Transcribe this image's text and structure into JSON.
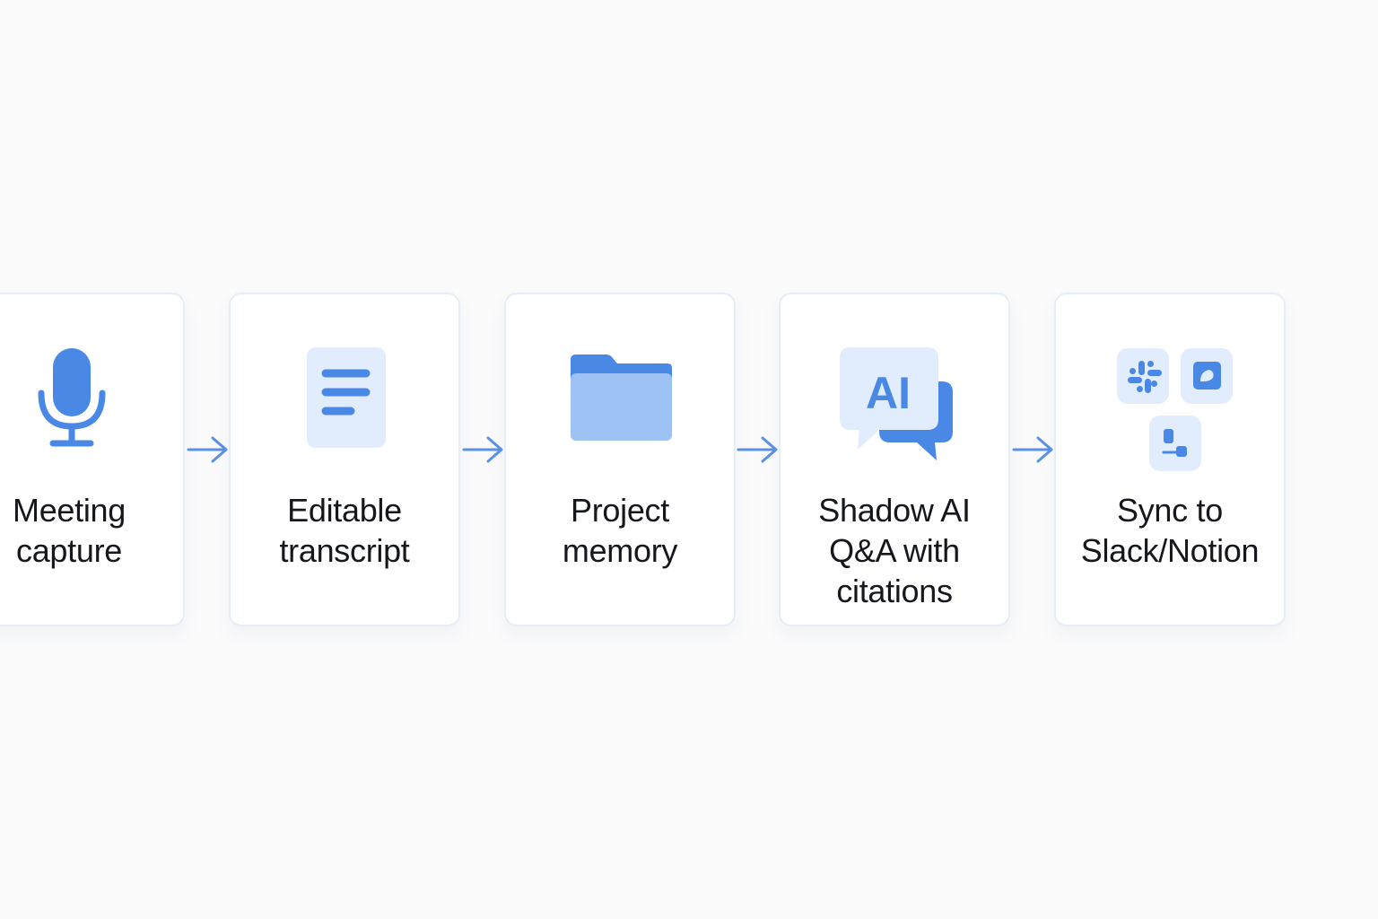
{
  "colors": {
    "accent": "#4a88e6",
    "accent_light": "#e1ecfc",
    "folder_light": "#9ec2f4",
    "card_border": "#e6edf7",
    "text": "#15171c",
    "background": "#fbfbfc"
  },
  "steps": [
    {
      "label": "Meeting\ncapture",
      "icon": "microphone-icon"
    },
    {
      "label": "Editable\ntranscript",
      "icon": "document-icon"
    },
    {
      "label": "Project\nmemory",
      "icon": "folder-icon"
    },
    {
      "label": "Shadow AI\nQ&A with\ncitations",
      "icon": "ai-chat-icon",
      "icon_text": "AI"
    },
    {
      "label": "Sync to\nSlack/Notion",
      "icon": "integrations-icon"
    }
  ],
  "connectors": [
    "arrow-right-icon",
    "arrow-right-icon",
    "arrow-right-icon",
    "arrow-right-icon"
  ]
}
